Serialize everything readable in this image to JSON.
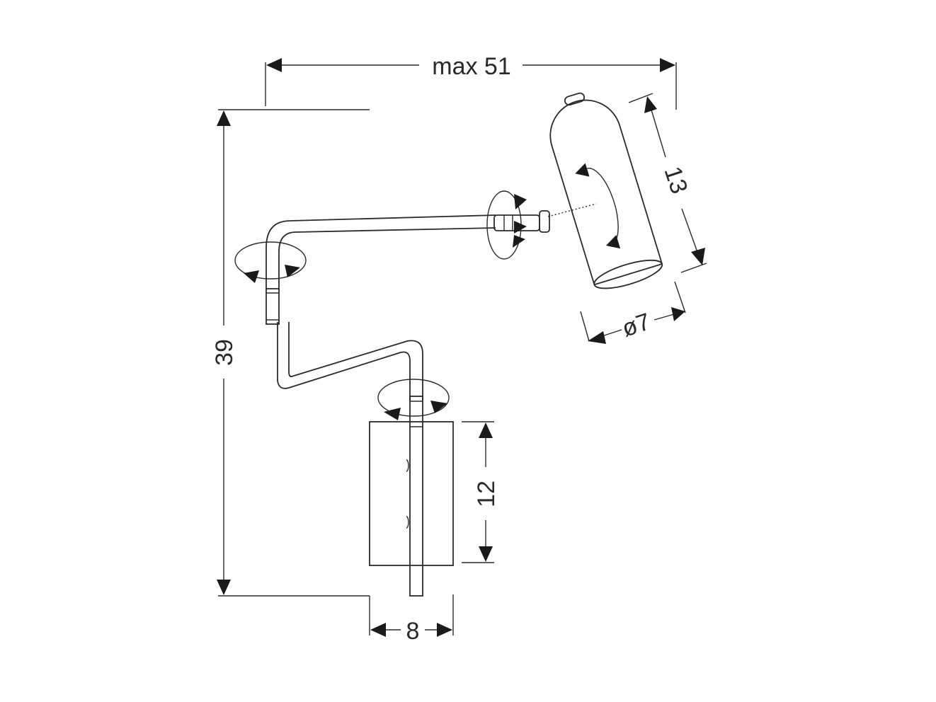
{
  "dimensions": {
    "max_width": "max 51",
    "height": "39",
    "shade_length": "13",
    "shade_diameter": "ø7",
    "backplate_height": "12",
    "backplate_width": "8"
  }
}
